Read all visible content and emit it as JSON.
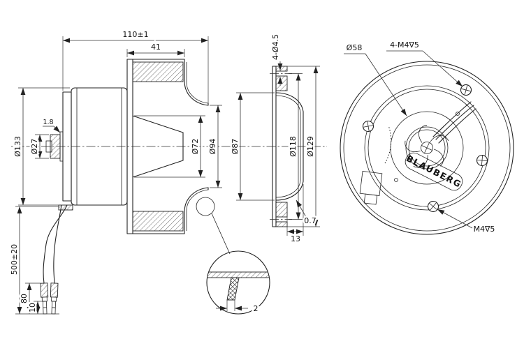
{
  "title": "centrifugal-fan-technical-drawing",
  "colors": {
    "line": "#222222",
    "background": "#ffffff"
  },
  "side_view": {
    "dims": {
      "overall_depth": "110±1",
      "impeller_depth": "41",
      "flange_holes": "4-Ø4.5",
      "motor_diameter": "Ø133",
      "boss_diameter": "Ø27",
      "washer_thickness": "1.8",
      "hub_diameter": "Ø72",
      "inlet_diameter": "Ø94",
      "flange_inner_diameter": "Ø87",
      "bolt_circle_diameter": "Ø118",
      "flange_outer_diameter": "Ø129",
      "cable_length": "500±20",
      "cable_split_length": "80",
      "terminal_length": "10",
      "flange_depth": "13",
      "sheet_thickness": "0.7"
    }
  },
  "detail_view": {
    "blade_thickness": "2"
  },
  "front_view": {
    "hub_diameter": "Ø58",
    "mounting_holes": "4-M4∇5",
    "screw_spec": "M4∇5",
    "brand_label": "BLAUBERG"
  }
}
